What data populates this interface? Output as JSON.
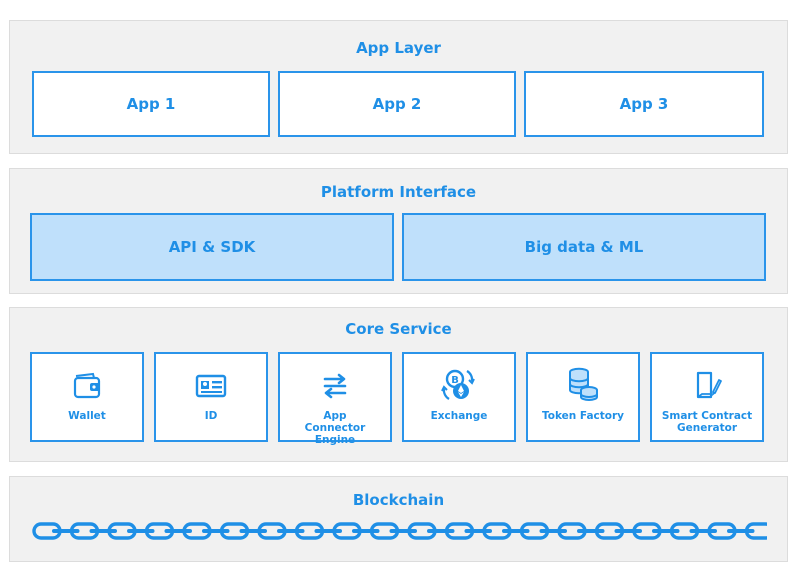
{
  "app_layer": {
    "title": "App Layer",
    "apps": [
      "App 1",
      "App 2",
      "App 3"
    ]
  },
  "platform_interface": {
    "title": "Platform Interface",
    "items": [
      "API & SDK",
      "Big data & ML"
    ]
  },
  "core_service": {
    "title": "Core Service",
    "items": [
      {
        "label": "Wallet",
        "icon": "wallet-icon"
      },
      {
        "label": "ID",
        "icon": "id-card-icon"
      },
      {
        "label": "App Connector Engine",
        "icon": "transfer-arrows-icon"
      },
      {
        "label": "Exchange",
        "icon": "crypto-exchange-icon"
      },
      {
        "label": "Token Factory",
        "icon": "coin-stack-icon"
      },
      {
        "label": "Smart Contract Generator",
        "icon": "contract-pen-icon"
      }
    ]
  },
  "blockchain": {
    "title": "Blockchain",
    "icon": "chain-icon"
  },
  "colors": {
    "accent": "#1f8fe6",
    "layer_bg": "#f1f1f1",
    "filled_box": "#bfe0fb"
  }
}
